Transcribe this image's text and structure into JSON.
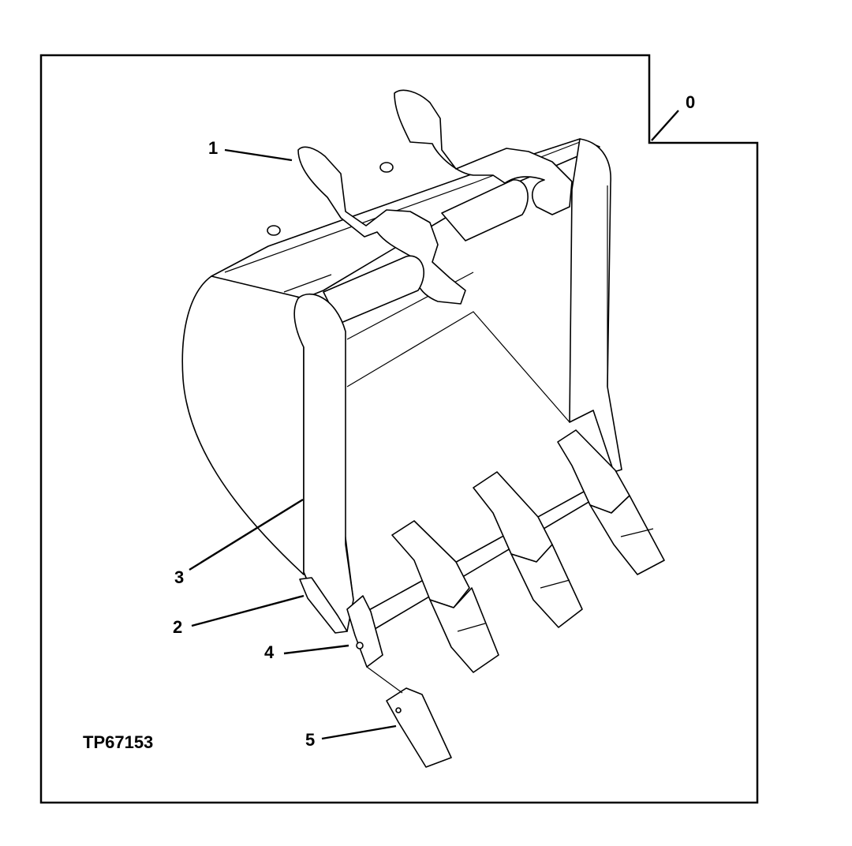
{
  "figure": {
    "reference_id": "TP67153",
    "callouts": [
      {
        "id": "callout-0",
        "label": "0"
      },
      {
        "id": "callout-1",
        "label": "1"
      },
      {
        "id": "callout-2",
        "label": "2"
      },
      {
        "id": "callout-3",
        "label": "3"
      },
      {
        "id": "callout-4",
        "label": "4"
      },
      {
        "id": "callout-5",
        "label": "5"
      }
    ]
  },
  "colors": {
    "line": "#000000",
    "background": "#ffffff"
  }
}
